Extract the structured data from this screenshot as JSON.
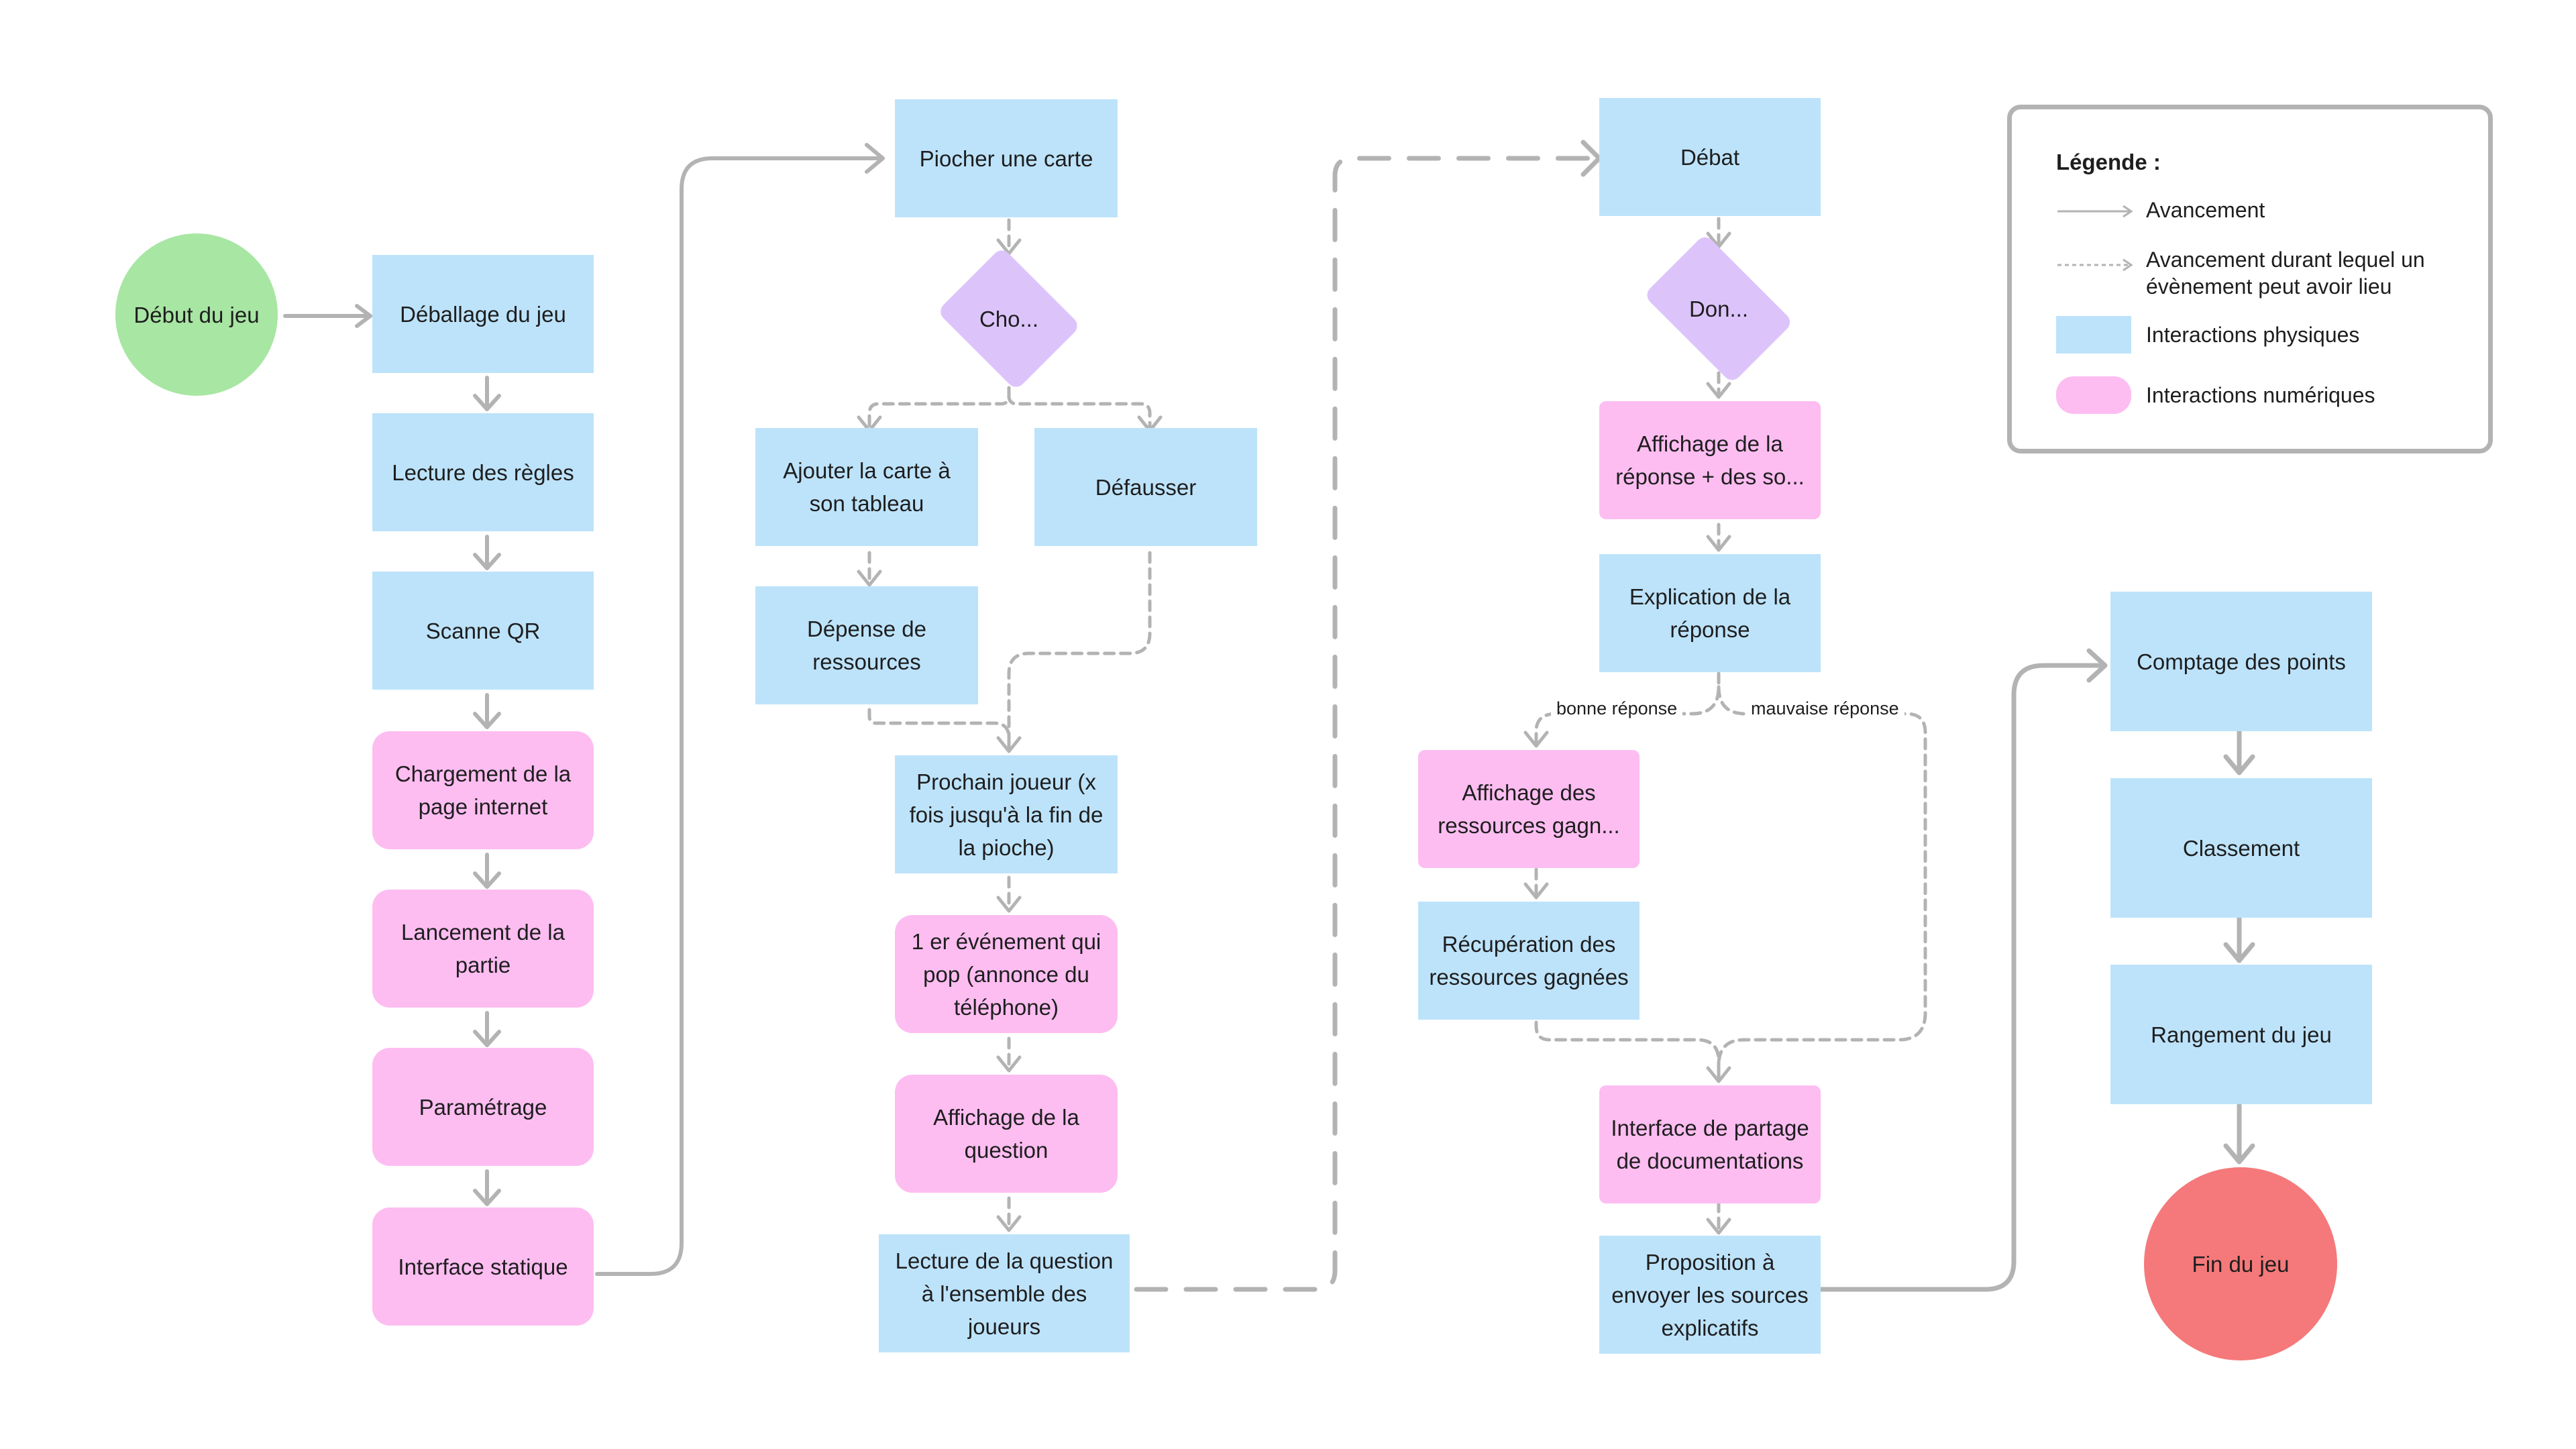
{
  "nodes": {
    "start": "Début du jeu",
    "unboxing": "Déballage du jeu",
    "rules": "Lecture des règles",
    "scan": "Scanne QR",
    "loading": "Chargement de la page internet",
    "launch": "Lancement de la partie",
    "settings": "Paramétrage",
    "static": "Interface statique",
    "draw": "Piocher une carte",
    "choice": "Cho...",
    "add_card": "Ajouter la carte à son tableau",
    "discard": "Défausser",
    "spend": "Dépense de ressources",
    "next_player": "Prochain joueur (x fois jusqu'à la fin de la pioche)",
    "event": "1 er événement qui pop (annonce du téléphone)",
    "show_question": "Affichage de la question",
    "read_question": "Lecture de la question à l'ensemble des joueurs",
    "debate": "Débat",
    "answer_choice": "Don...",
    "show_answer": "Affichage de la réponse + des so...",
    "explain": "Explication de la réponse",
    "show_resources": "Affichage des ressources gagn...",
    "collect": "Récupération des ressources gagnées",
    "share": "Interface de partage de documentations",
    "propose": "Proposition à envoyer les sources explicatifs",
    "count": "Comptage des points",
    "ranking": "Classement",
    "storing": "Rangement du jeu",
    "end": "Fin du jeu"
  },
  "edge_labels": {
    "good": "bonne réponse",
    "bad": "mauvaise réponse"
  },
  "legend": {
    "title": "Légende :",
    "solid": "Avancement",
    "dashed": "Avancement durant lequel un évènement peut avoir lieu",
    "blue": "Interactions physiques",
    "pink": "Interactions numériques"
  },
  "colors": {
    "physical": "#bde3fb",
    "digital": "#fdbdf1",
    "decision": "#dcc4fb",
    "start": "#a8e6a3",
    "end": "#f5797a",
    "connector": "#b3b3b3"
  }
}
